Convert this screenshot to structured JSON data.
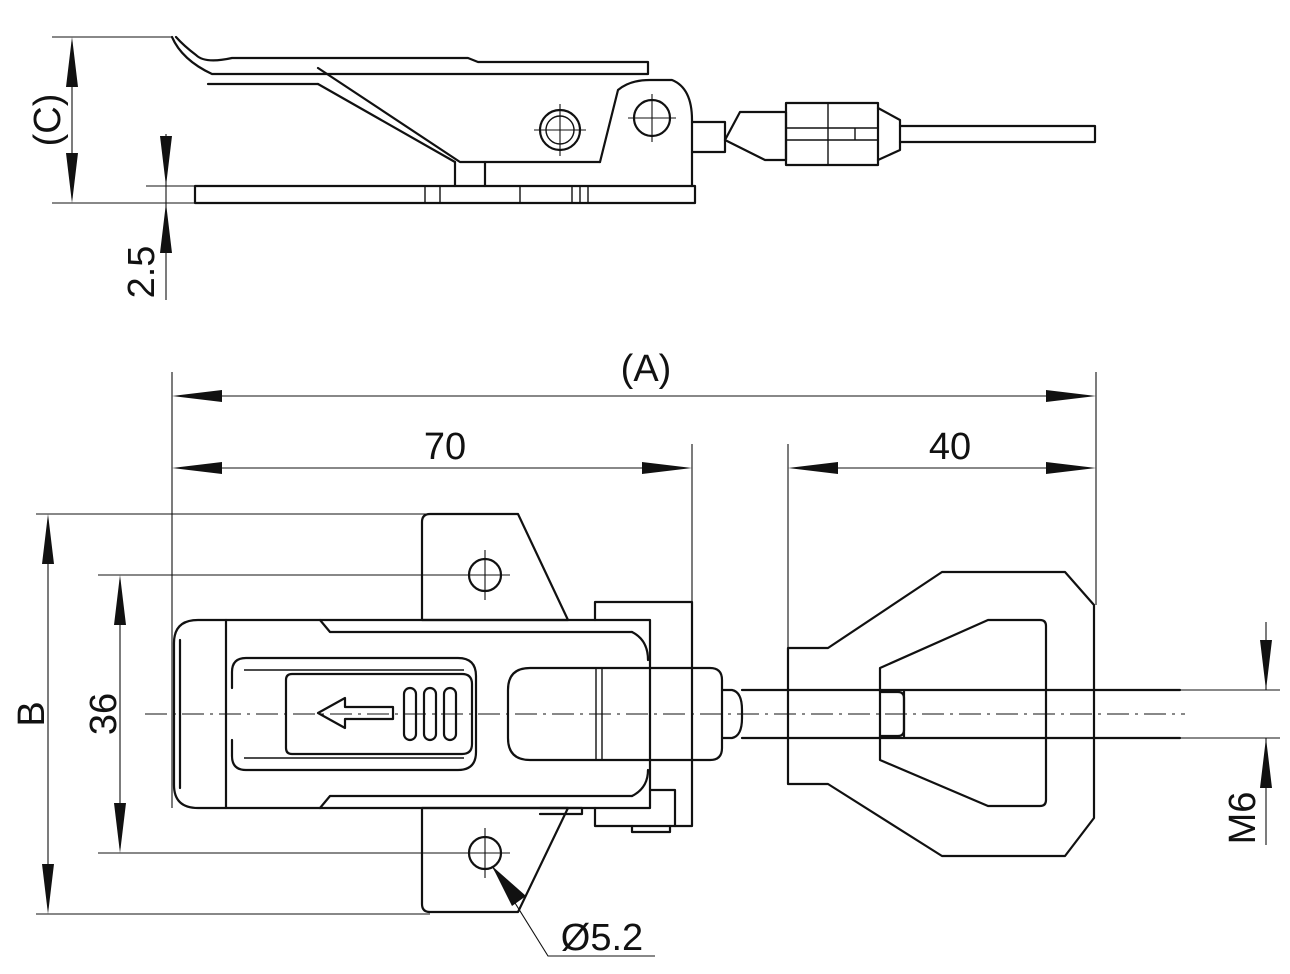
{
  "dimensions": {
    "overall_length": "(A)",
    "base_length": "70",
    "keeper_length": "40",
    "height": "(C)",
    "plate_thickness": "2.5",
    "overall_width": "B",
    "hole_spacing": "36",
    "thread": "M6",
    "hole_diameter": "Ø5.2"
  }
}
